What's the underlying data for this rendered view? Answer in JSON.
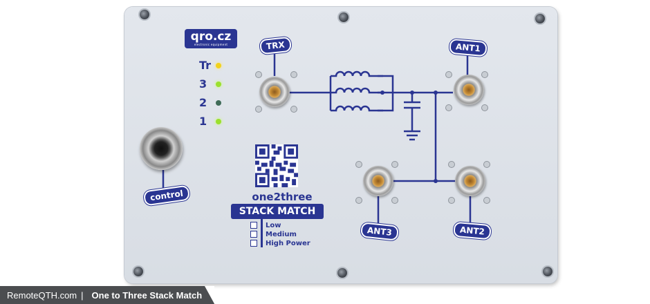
{
  "device": {
    "logo_main": "qro.cz",
    "logo_sub": "electronic equipment",
    "leds": [
      {
        "label": "Tr",
        "color": "#f2d21c"
      },
      {
        "label": "3",
        "color": "#9be02e"
      },
      {
        "label": "2",
        "color": "#3f6b57"
      },
      {
        "label": "1",
        "color": "#9be02e"
      }
    ],
    "tags": {
      "trx": "TRX",
      "ant1": "ANT1",
      "ant2": "ANT2",
      "ant3": "ANT3",
      "control": "control"
    },
    "product_name": "one2three",
    "product_title": "STACK MATCH",
    "power_options": [
      "Low",
      "Medium",
      "High Power"
    ],
    "brand_color": "#2a3592",
    "icons": {
      "connector": "uhf-connector-icon",
      "jack": "jack-socket-icon",
      "qr": "qr-code-icon",
      "screw": "screw-icon"
    }
  },
  "footer": {
    "site": "RemoteQTH.com",
    "separator": "|",
    "caption": "One to Three Stack Match"
  }
}
